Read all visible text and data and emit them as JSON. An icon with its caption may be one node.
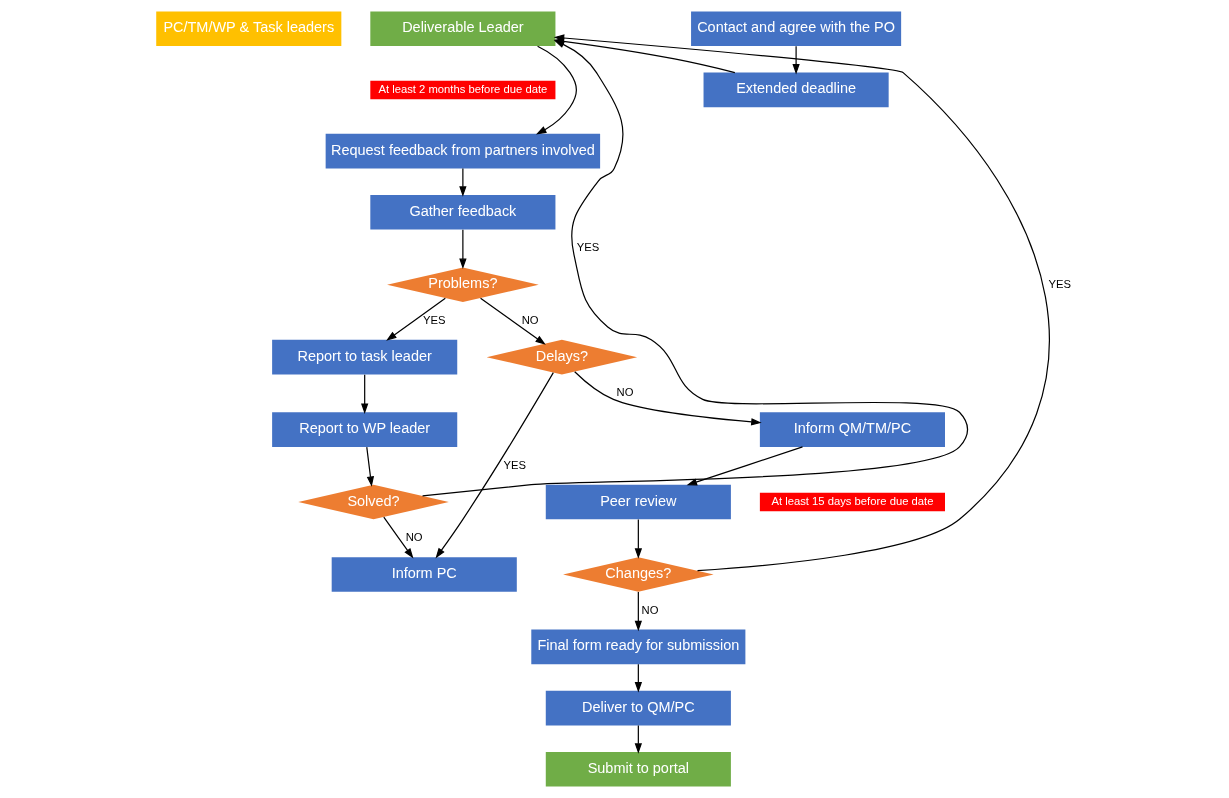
{
  "diagram": {
    "nodes": [
      {
        "text": [
          "PC/TM/WP & Task leaders"
        ]
      },
      {
        "text": [
          "Deliverable Leader"
        ]
      },
      {
        "text": [
          "Submit to portal"
        ]
      },
      {
        "text": [
          "At least 2 months before due date"
        ]
      },
      {
        "text": [
          "Solved?"
        ]
      },
      {
        "text": [
          "Request feedback from partners involved"
        ]
      },
      {
        "text": [
          "Deliver to QM/PC"
        ]
      },
      {
        "text": [
          "Report to WP leader"
        ]
      },
      {
        "text": [
          "Gather feedback"
        ]
      },
      {
        "text": [
          "Final form ready for submission"
        ]
      },
      {
        "text": [
          "Extended deadline"
        ]
      },
      {
        "text": [
          "Problems?"
        ]
      },
      {
        "text": [
          "Report to task leader"
        ]
      },
      {
        "text": [
          "Changes?"
        ]
      },
      {
        "text": [
          "Delays?"
        ]
      },
      {
        "text": [
          "Inform QM/TM/PC"
        ]
      },
      {
        "text": [
          "Peer review"
        ]
      },
      {
        "text": [
          "At least 15 days before due date"
        ]
      },
      {
        "text": [
          "Inform PC"
        ]
      },
      {
        "text": [
          "Contact and agree with the PO"
        ]
      }
    ],
    "edges": [
      {
        "from": 1,
        "to": 5,
        "arrow": "to"
      },
      {
        "from": 5,
        "to": 8,
        "arrow": "to"
      },
      {
        "from": 8,
        "to": 11,
        "arrow": "to"
      },
      {
        "from": 11,
        "to": 12,
        "arrow": "to",
        "label": "YES"
      },
      {
        "from": 11,
        "to": 14,
        "arrow": "to",
        "label": "NO"
      },
      {
        "from": 12,
        "to": 7,
        "arrow": "to"
      },
      {
        "from": 7,
        "to": 4,
        "arrow": "to"
      },
      {
        "from": 4,
        "to": 1,
        "arrow": "to",
        "label": "YES"
      },
      {
        "from": 4,
        "to": 18,
        "arrow": "to",
        "label": "NO"
      },
      {
        "from": 14,
        "to": 15,
        "arrow": "to",
        "label": "NO"
      },
      {
        "from": 14,
        "to": 18,
        "arrow": "to",
        "label": "YES"
      },
      {
        "from": 15,
        "to": 16,
        "arrow": "to"
      },
      {
        "from": 16,
        "to": 13,
        "arrow": "to"
      },
      {
        "from": 13,
        "to": 9,
        "arrow": "to",
        "label": "NO"
      },
      {
        "from": 9,
        "to": 6,
        "arrow": "to"
      },
      {
        "from": 6,
        "to": 2,
        "arrow": "to"
      },
      {
        "from": 13,
        "to": 1,
        "arrow": "to",
        "label": "YES"
      },
      {
        "from": 19,
        "to": 10,
        "arrow": "to"
      },
      {
        "from": 10,
        "to": 1,
        "arrow": "to"
      }
    ]
  }
}
